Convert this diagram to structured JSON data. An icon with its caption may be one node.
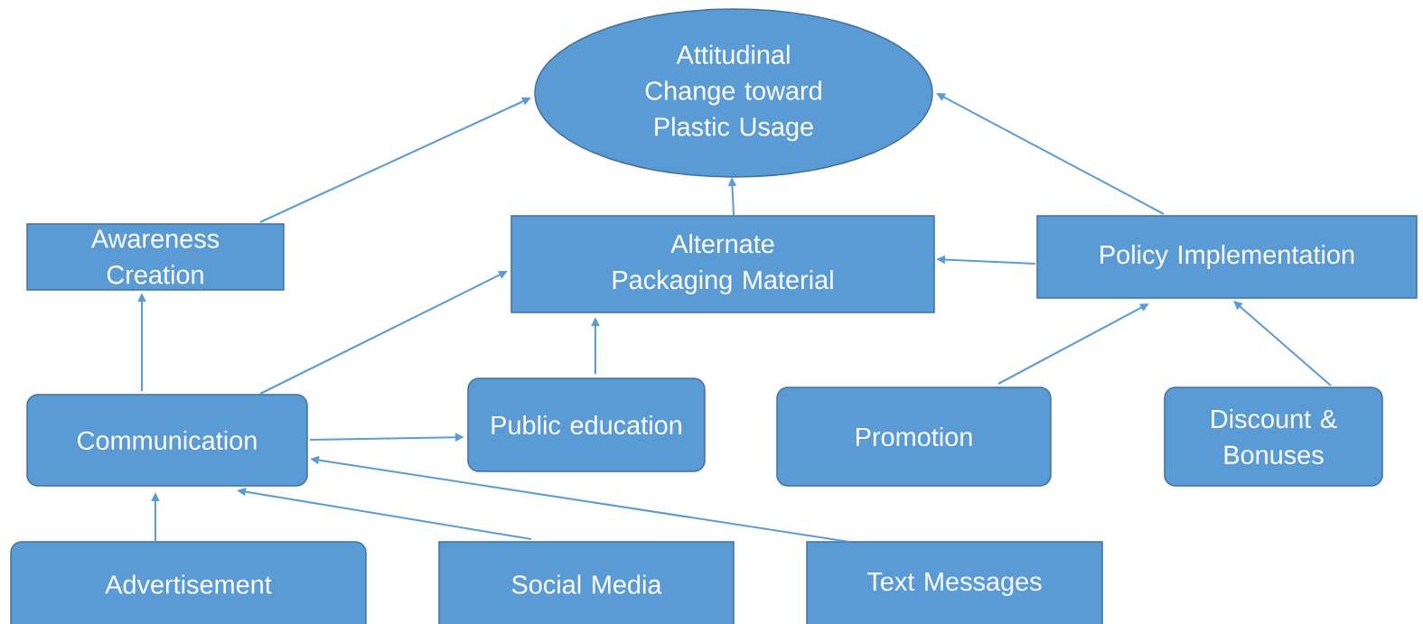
{
  "diagram": {
    "nodes": [
      {
        "text": [
          "Attitudinal Change toward Plastic Usage"
        ]
      },
      {
        "text": [
          "Awareness Creation"
        ]
      },
      {
        "text": [
          "Alternate Packaging Material"
        ]
      },
      {
        "text": [
          "Policy Implementation"
        ]
      },
      {
        "text": [
          "Communication"
        ]
      },
      {
        "text": [
          "Public education"
        ]
      },
      {
        "text": [
          "Promotion"
        ]
      },
      {
        "text": [
          "Discount & Bonuses"
        ]
      },
      {
        "text": [
          "Advertisement"
        ]
      },
      {
        "text": [
          "Social Media"
        ]
      },
      {
        "text": [
          "Text Messages"
        ]
      }
    ],
    "edges": [
      {
        "from": 1,
        "to": 0,
        "arrow": "to"
      },
      {
        "from": 2,
        "to": 0,
        "arrow": "to"
      },
      {
        "from": 3,
        "to": 0,
        "arrow": "to"
      },
      {
        "from": 3,
        "to": 2,
        "arrow": "to"
      },
      {
        "from": 4,
        "to": 1,
        "arrow": "to"
      },
      {
        "from": 4,
        "to": 2,
        "arrow": "to"
      },
      {
        "from": 4,
        "to": 5,
        "arrow": "to"
      },
      {
        "from": 5,
        "to": 2,
        "arrow": "to"
      },
      {
        "from": 6,
        "to": 3,
        "arrow": "to"
      },
      {
        "from": 7,
        "to": 3,
        "arrow": "to"
      },
      {
        "from": 8,
        "to": 4,
        "arrow": "to"
      },
      {
        "from": 9,
        "to": 4,
        "arrow": "to"
      },
      {
        "from": 10,
        "to": 4,
        "arrow": "to"
      }
    ]
  }
}
